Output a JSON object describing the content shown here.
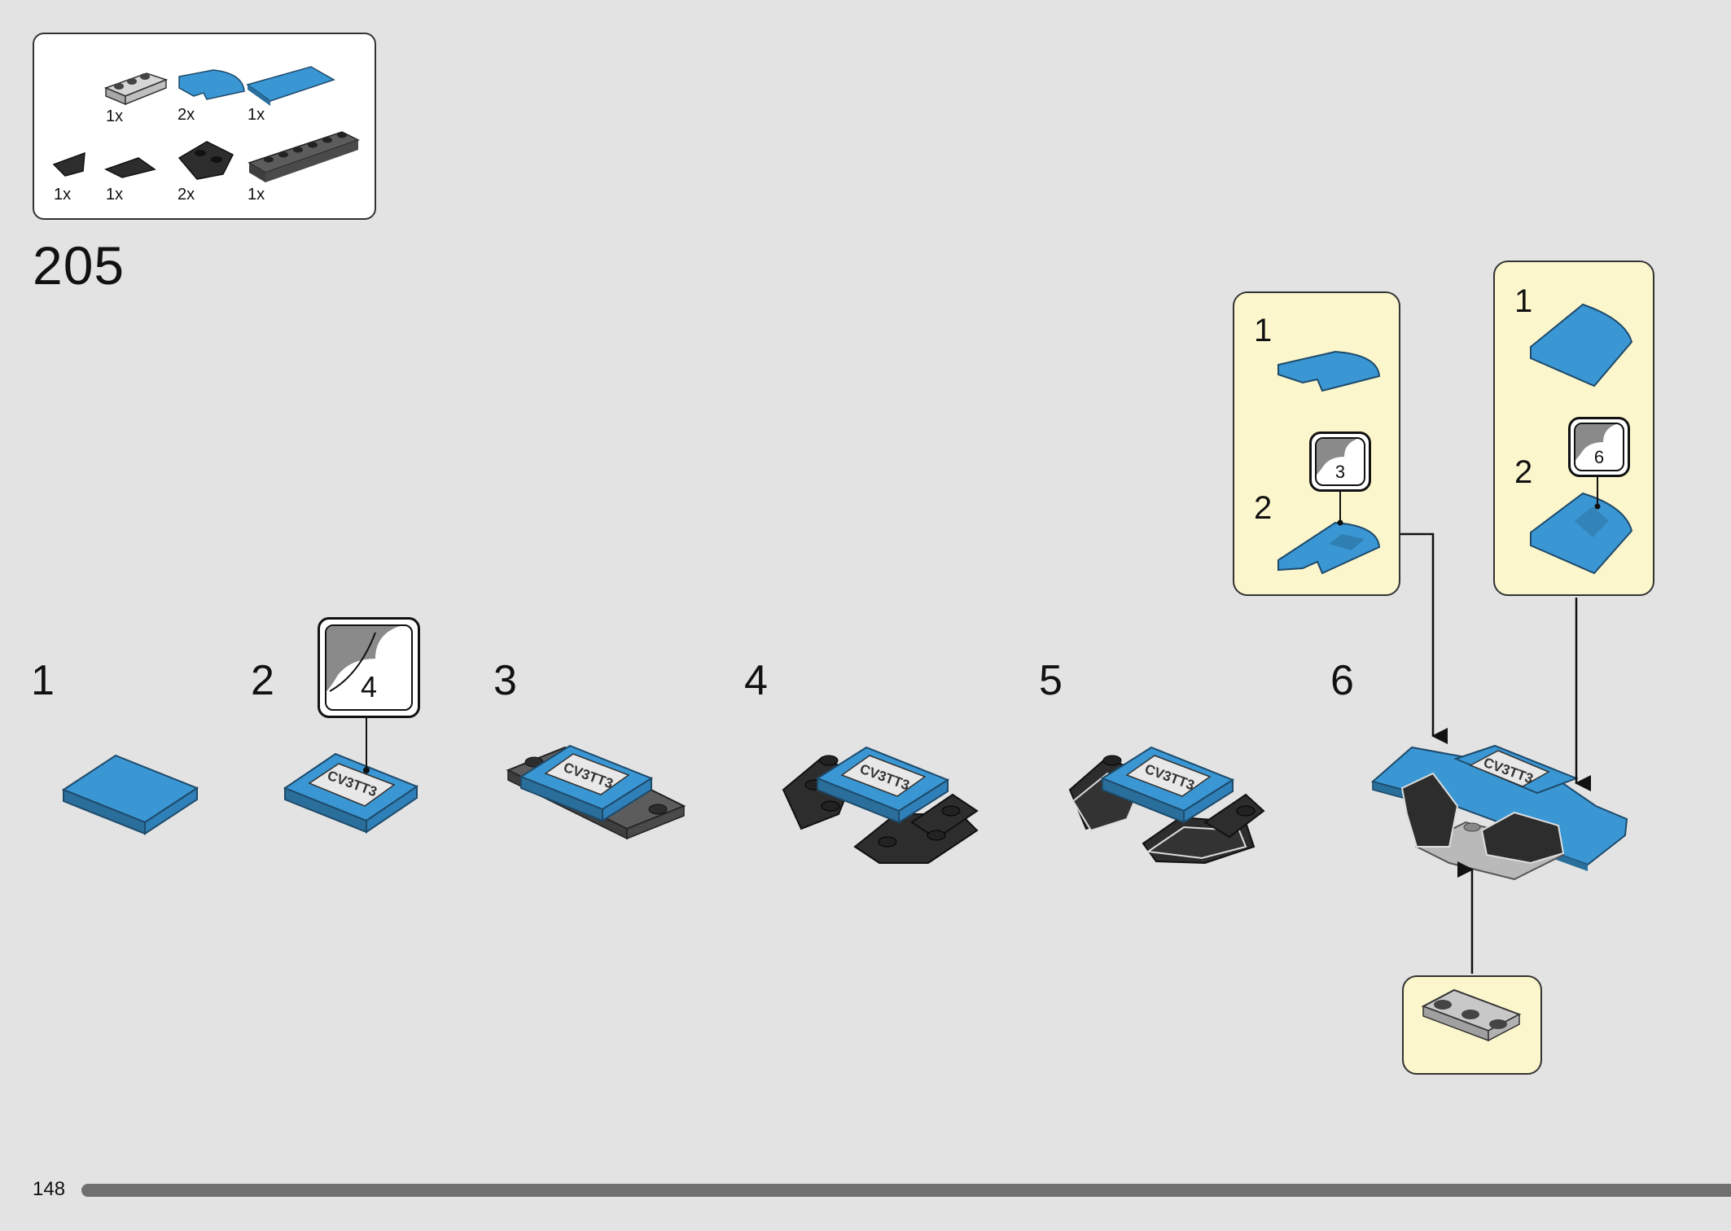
{
  "parts_list": {
    "row1": [
      {
        "icon": "light-gray-plate-1x3-icon",
        "qty": "1x"
      },
      {
        "icon": "blue-curved-slope-icon",
        "qty": "2x"
      },
      {
        "icon": "blue-tile-2x4-icon",
        "qty": "1x"
      }
    ],
    "row2": [
      {
        "icon": "black-wedge-left-icon",
        "qty": "1x"
      },
      {
        "icon": "black-wedge-right-icon",
        "qty": "1x"
      },
      {
        "icon": "black-wedge-plate-icon",
        "qty": "2x"
      },
      {
        "icon": "dark-gray-plate-1x6-icon",
        "qty": "1x"
      }
    ]
  },
  "step_number": "205",
  "sub_steps": [
    "1",
    "2",
    "3",
    "4",
    "5",
    "6"
  ],
  "sticker_main": "4",
  "callout_left": {
    "step1": "1",
    "step2": "2",
    "sticker": "3"
  },
  "callout_right": {
    "step1": "1",
    "step2": "2",
    "sticker": "6"
  },
  "plate_text": "CV3TT3",
  "page_number": "148",
  "colors": {
    "background": "#e3e3e3",
    "callout": "#fcf6cc",
    "brick_blue": "#3a97d4",
    "brick_black": "#2d2d2d",
    "brick_gray": "#b9b9b9"
  }
}
